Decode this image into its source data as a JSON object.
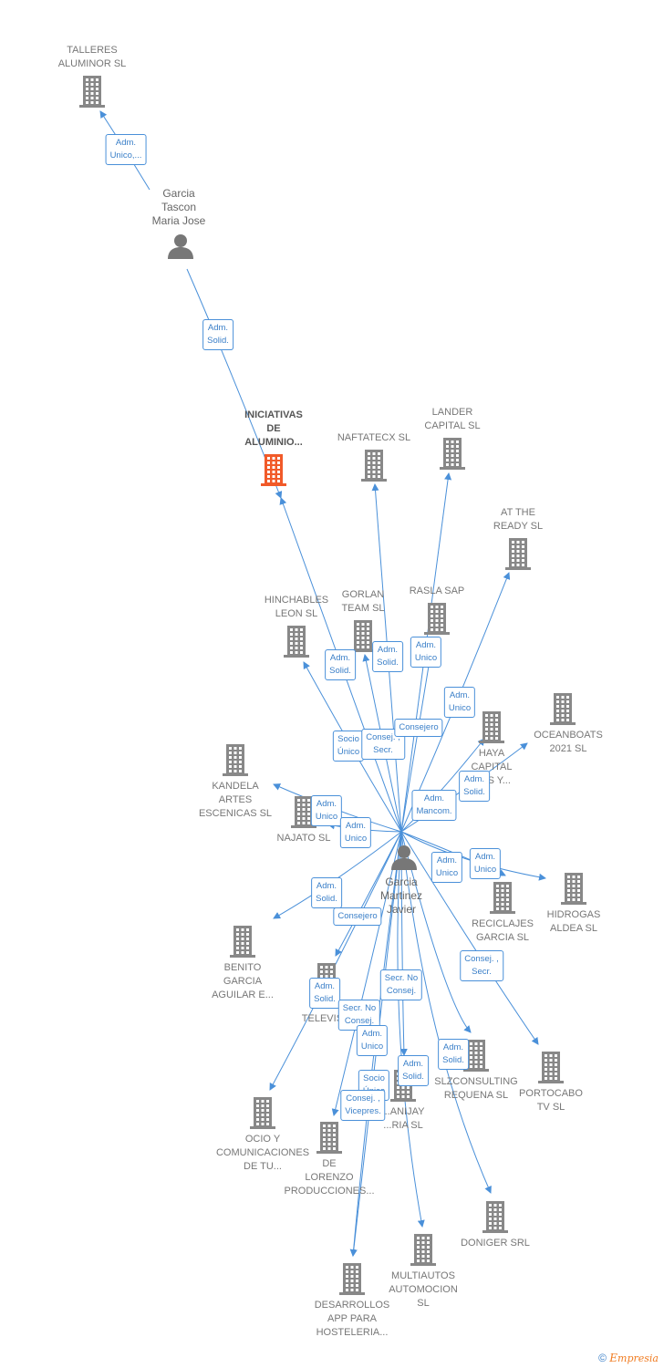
{
  "colors": {
    "edge": "#4a90d9",
    "building": "#888888",
    "highlight": "#f15a29",
    "person": "#777777"
  },
  "persons": [
    {
      "id": "tascon",
      "lines": [
        "Garcia",
        "Tascon",
        "Maria Jose"
      ]
    },
    {
      "id": "martinez",
      "lines": [
        "Garcia",
        "Martinez",
        "Javier"
      ]
    }
  ],
  "companies": [
    {
      "id": "talleres",
      "lines": [
        "TALLERES",
        "ALUMINOR  SL"
      ]
    },
    {
      "id": "iniciativas",
      "lines": [
        "INICIATIVAS",
        "DE",
        "ALUMINIO..."
      ],
      "highlight": true
    },
    {
      "id": "naftatecx",
      "lines": [
        "NAFTATECX  SL"
      ]
    },
    {
      "id": "lander",
      "lines": [
        "LANDER",
        "CAPITAL SL"
      ]
    },
    {
      "id": "attheready",
      "lines": [
        "AT THE",
        "READY  SL"
      ]
    },
    {
      "id": "hinchables",
      "lines": [
        "HINCHABLES",
        "LEON  SL"
      ]
    },
    {
      "id": "gorlan",
      "lines": [
        "GORLAN",
        "TEAM SL"
      ]
    },
    {
      "id": "rasla",
      "lines": [
        "RASLA SAP"
      ]
    },
    {
      "id": "haya",
      "lines": [
        "HAYA",
        "CAPITAL",
        "...ES Y..."
      ]
    },
    {
      "id": "oceanboats",
      "lines": [
        "OCEANBOATS",
        "2021  SL"
      ]
    },
    {
      "id": "kandela",
      "lines": [
        "KANDELA",
        "ARTES",
        "ESCENICAS  SL"
      ]
    },
    {
      "id": "najato",
      "lines": [
        "NAJATO SL"
      ]
    },
    {
      "id": "hidrogas",
      "lines": [
        "HIDROGAS",
        "ALDEA  SL"
      ]
    },
    {
      "id": "reciclajes",
      "lines": [
        "RECICLAJES",
        "GARCIA  SL"
      ]
    },
    {
      "id": "benito",
      "lines": [
        "BENITO",
        "GARCIA",
        "AGUILAR E..."
      ]
    },
    {
      "id": "televis",
      "lines": [
        "D...",
        "TELEVIS..."
      ]
    },
    {
      "id": "slzconsulting",
      "lines": [
        "SLZCONSULTING",
        "REQUENA SL"
      ]
    },
    {
      "id": "portocabo",
      "lines": [
        "PORTOCABO",
        "TV SL"
      ]
    },
    {
      "id": "anijay",
      "lines": [
        "...ANIJAY",
        "...RIA  SL"
      ]
    },
    {
      "id": "ocio",
      "lines": [
        "OCIO Y",
        "COMUNICACIONES",
        "DE TU..."
      ]
    },
    {
      "id": "delorenzo",
      "lines": [
        "DE",
        "LORENZO",
        "PRODUCCIONES..."
      ]
    },
    {
      "id": "doniger",
      "lines": [
        "DONIGER SRL"
      ]
    },
    {
      "id": "multiautos",
      "lines": [
        "MULTIAUTOS",
        "AUTOMOCION",
        "SL"
      ]
    },
    {
      "id": "desarrollos",
      "lines": [
        "DESARROLLOS",
        "APP PARA",
        "HOSTELERIA..."
      ]
    }
  ],
  "edges": [
    {
      "from": "tascon",
      "to": "talleres",
      "label": [
        "Adm.",
        "Unico,..."
      ]
    },
    {
      "from": "tascon",
      "to": "iniciativas",
      "label": [
        "Adm.",
        "Solid."
      ]
    },
    {
      "from": "martinez",
      "to": "iniciativas",
      "label": [
        "Adm.",
        "Solid."
      ]
    },
    {
      "from": "martinez",
      "to": "naftatecx",
      "label": [
        "Adm.",
        "Solid."
      ]
    },
    {
      "from": "martinez",
      "to": "lander",
      "label": [
        "Adm.",
        "Unico"
      ]
    },
    {
      "from": "martinez",
      "to": "attheready",
      "label": [
        "Adm.",
        "Unico"
      ]
    },
    {
      "from": "martinez",
      "to": "hinchables",
      "label": [
        "Socio",
        "Único"
      ]
    },
    {
      "from": "martinez",
      "to": "gorlan",
      "label": [
        "Consej. ,",
        "Secr."
      ]
    },
    {
      "from": "martinez",
      "to": "rasla",
      "label": [
        "Consejero"
      ]
    },
    {
      "from": "martinez",
      "to": "oceanboats",
      "label": [
        "Adm.",
        "Solid."
      ]
    },
    {
      "from": "martinez",
      "to": "haya",
      "label": [
        "Adm.",
        "Mancom."
      ]
    },
    {
      "from": "martinez",
      "to": "kandela",
      "label": [
        "Adm.",
        "Unico"
      ]
    },
    {
      "from": "martinez",
      "to": "najato",
      "label": [
        "Adm.",
        "Unico"
      ]
    },
    {
      "from": "martinez",
      "to": "hidrogas",
      "label": [
        "Adm.",
        "Unico"
      ]
    },
    {
      "from": "martinez",
      "to": "reciclajes",
      "label": [
        "Adm.",
        "Unico"
      ]
    },
    {
      "from": "martinez",
      "to": "benito",
      "label": [
        "Adm.",
        "Solid."
      ]
    },
    {
      "from": "martinez",
      "to": "televis",
      "label": [
        "Consejero"
      ]
    },
    {
      "from": "martinez",
      "to": "ocio",
      "label": [
        "Adm.",
        "Solid."
      ]
    },
    {
      "from": "martinez",
      "to": "portocabo",
      "label": [
        "Consej. ,",
        "Secr."
      ]
    },
    {
      "from": "martinez",
      "to": "slzconsulting",
      "label": [
        "Adm.",
        "Solid."
      ]
    },
    {
      "from": "martinez",
      "to": "anijay",
      "label": [
        "Secr.  No",
        "Consej."
      ]
    },
    {
      "from": "martinez",
      "to": "delorenzo",
      "label": [
        "Secr.  No",
        "Consej."
      ]
    },
    {
      "from": "martinez",
      "to": "multiautos",
      "label": [
        "Adm.",
        "Unico"
      ]
    },
    {
      "from": "martinez",
      "to": "doniger",
      "label": [
        "Adm.",
        "Solid."
      ]
    },
    {
      "from": "martinez",
      "to": "desarrollos",
      "label": [
        "Socio",
        "Único"
      ]
    },
    {
      "from": "martinez",
      "to": "desarrollos",
      "label": [
        "Consej. ,",
        "Vicepres."
      ]
    }
  ],
  "footer": {
    "copyright": "©",
    "brand_initial": "E",
    "brand_rest": "mpresia"
  }
}
